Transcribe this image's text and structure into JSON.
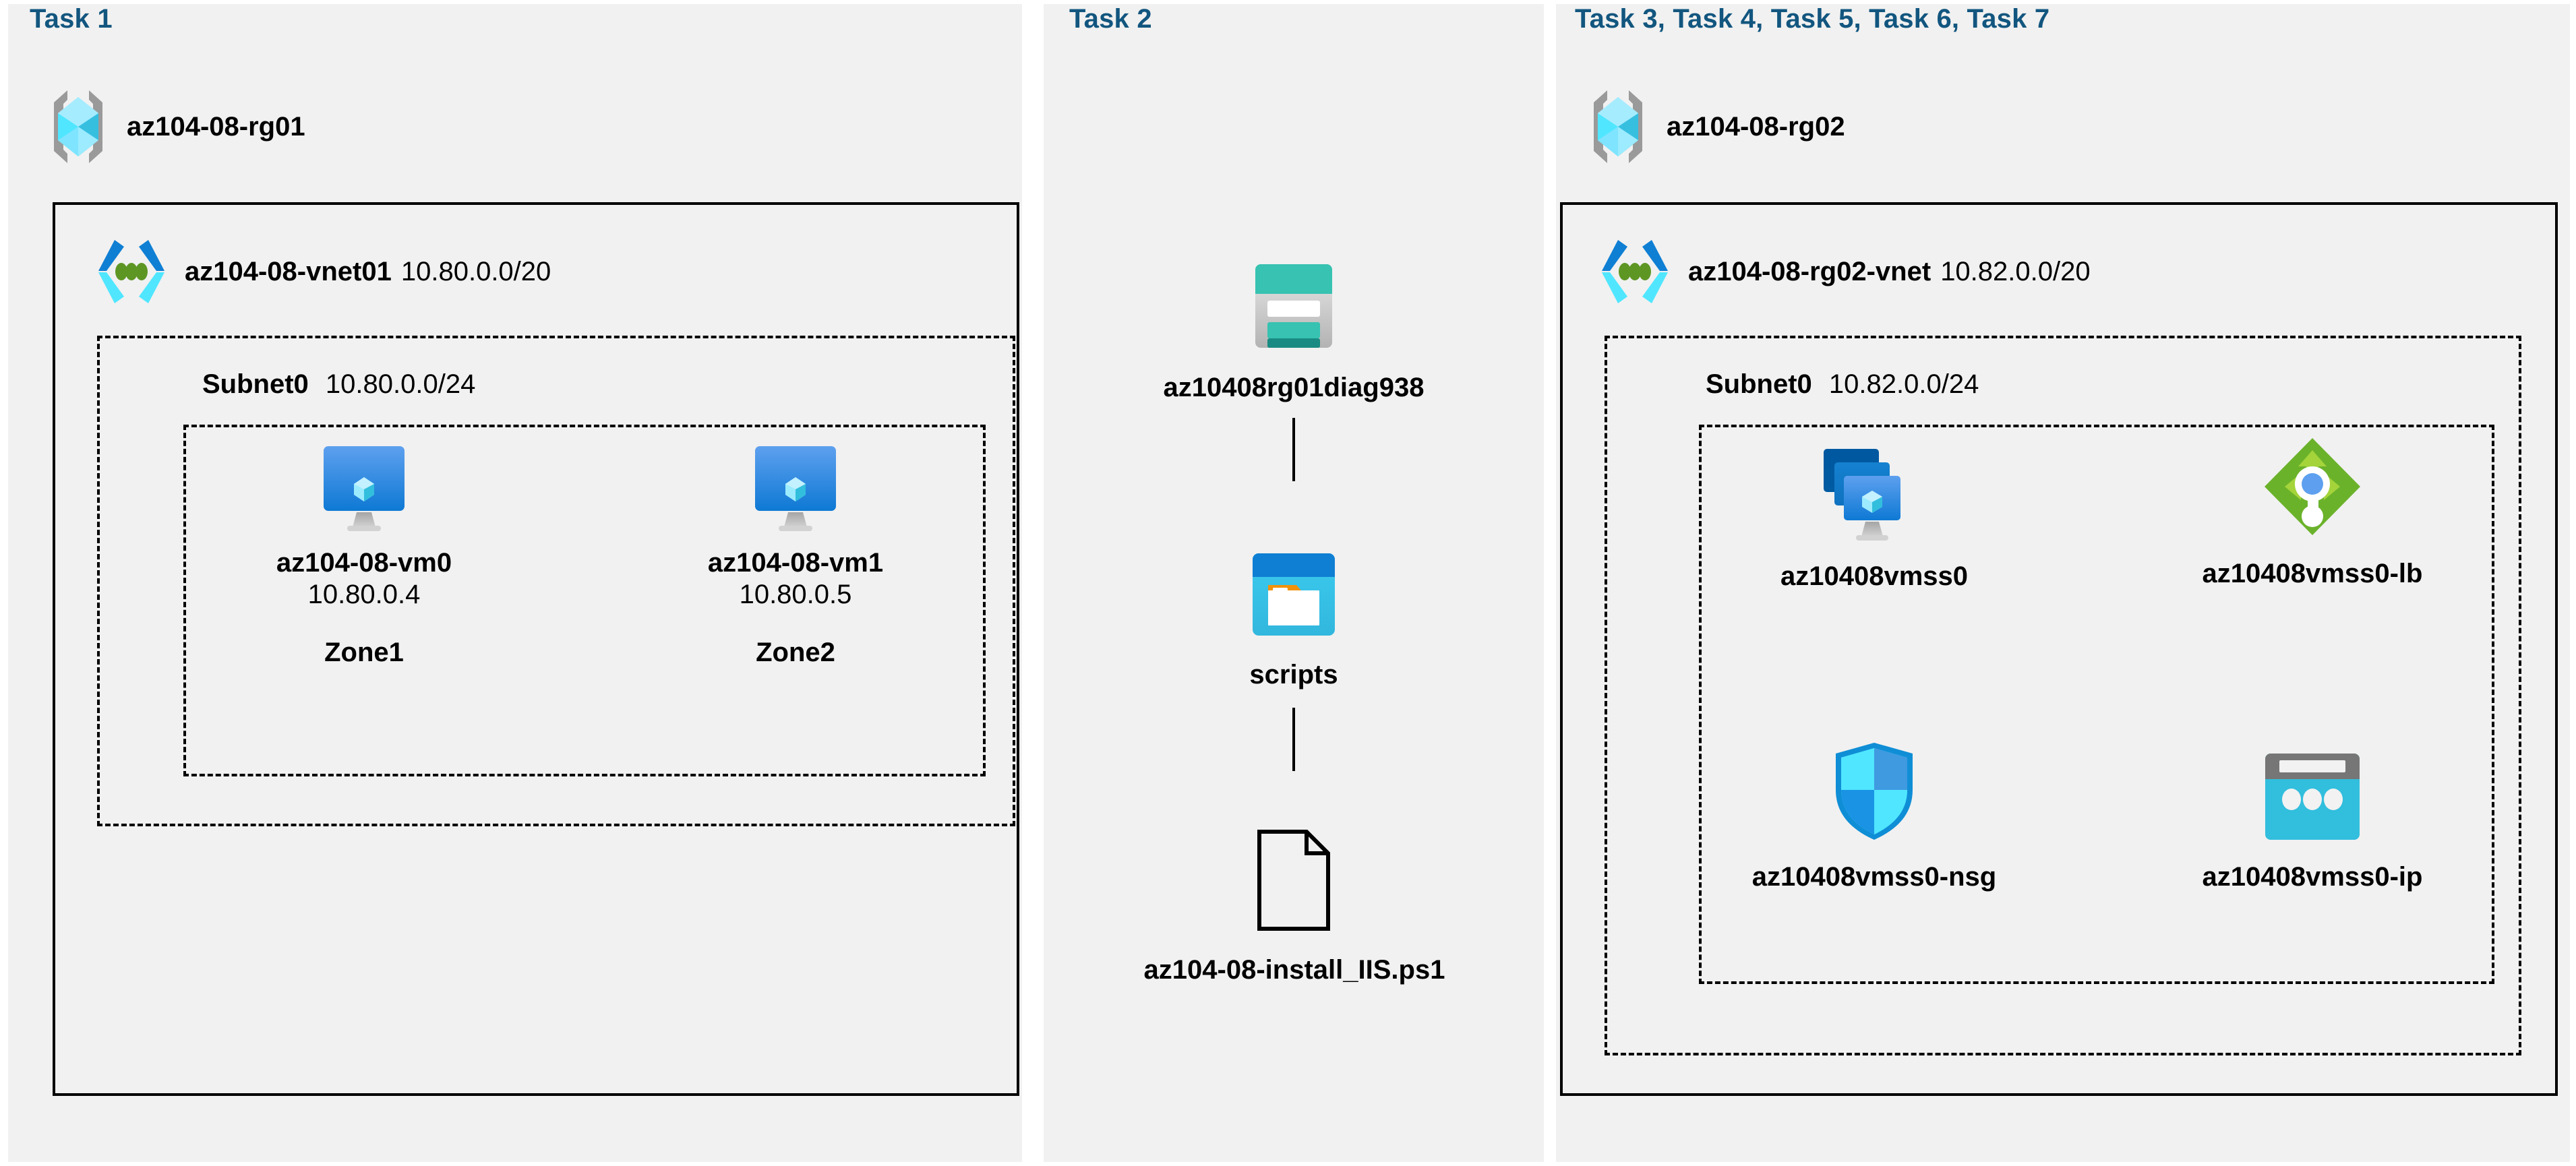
{
  "diagram": {
    "background": "#ffffff",
    "panel_color": "#f1f1f1",
    "title_color": "#12567f",
    "line_color": "#000000"
  },
  "panels": [
    {
      "id": "task1",
      "title": "Task 1",
      "resource_group": {
        "name": "az104-08-rg01",
        "icon": "resource-group-icon"
      },
      "vnet": {
        "name": "az104-08-vnet01",
        "cidr": "10.80.0.0/20",
        "icon": "virtual-network-icon"
      },
      "subnet": {
        "name": "Subnet0",
        "cidr": "10.80.0.0/24"
      },
      "vms": [
        {
          "name": "az104-08-vm0",
          "ip": "10.80.0.4",
          "zone": "Zone1",
          "icon": "virtual-machine-icon"
        },
        {
          "name": "az104-08-vm1",
          "ip": "10.80.0.5",
          "zone": "Zone2",
          "icon": "virtual-machine-icon"
        }
      ]
    },
    {
      "id": "task2",
      "title": "Task 2",
      "chain": [
        {
          "name": "az10408rg01diag938",
          "icon": "storage-account-icon"
        },
        {
          "name": "scripts",
          "icon": "blob-container-icon"
        },
        {
          "name": "az104-08-install_IIS.ps1",
          "icon": "script-file-icon"
        }
      ]
    },
    {
      "id": "task3-7",
      "title": "Task 3, Task 4, Task 5, Task 6, Task 7",
      "resource_group": {
        "name": "az104-08-rg02",
        "icon": "resource-group-icon"
      },
      "vnet": {
        "name": "az104-08-rg02-vnet",
        "cidr": "10.82.0.0/20",
        "icon": "virtual-network-icon"
      },
      "subnet": {
        "name": "Subnet0",
        "cidr": "10.82.0.0/24"
      },
      "resources": [
        {
          "name": "az10408vmss0",
          "icon": "vm-scale-set-icon"
        },
        {
          "name": "az10408vmss0-lb",
          "icon": "load-balancer-icon"
        },
        {
          "name": "az10408vmss0-nsg",
          "icon": "network-security-group-icon"
        },
        {
          "name": "az10408vmss0-ip",
          "icon": "public-ip-address-icon"
        }
      ]
    }
  ],
  "colors": {
    "azure_blue": "#0078d4",
    "cyan": "#32bedd",
    "light_cyan": "#9cebff",
    "storage_teal": "#37c2b1",
    "storage_teal_dark": "#198b82",
    "lb_green": "#6bb22b",
    "lb_green_light": "#a4d43a",
    "grey": "#949494"
  }
}
